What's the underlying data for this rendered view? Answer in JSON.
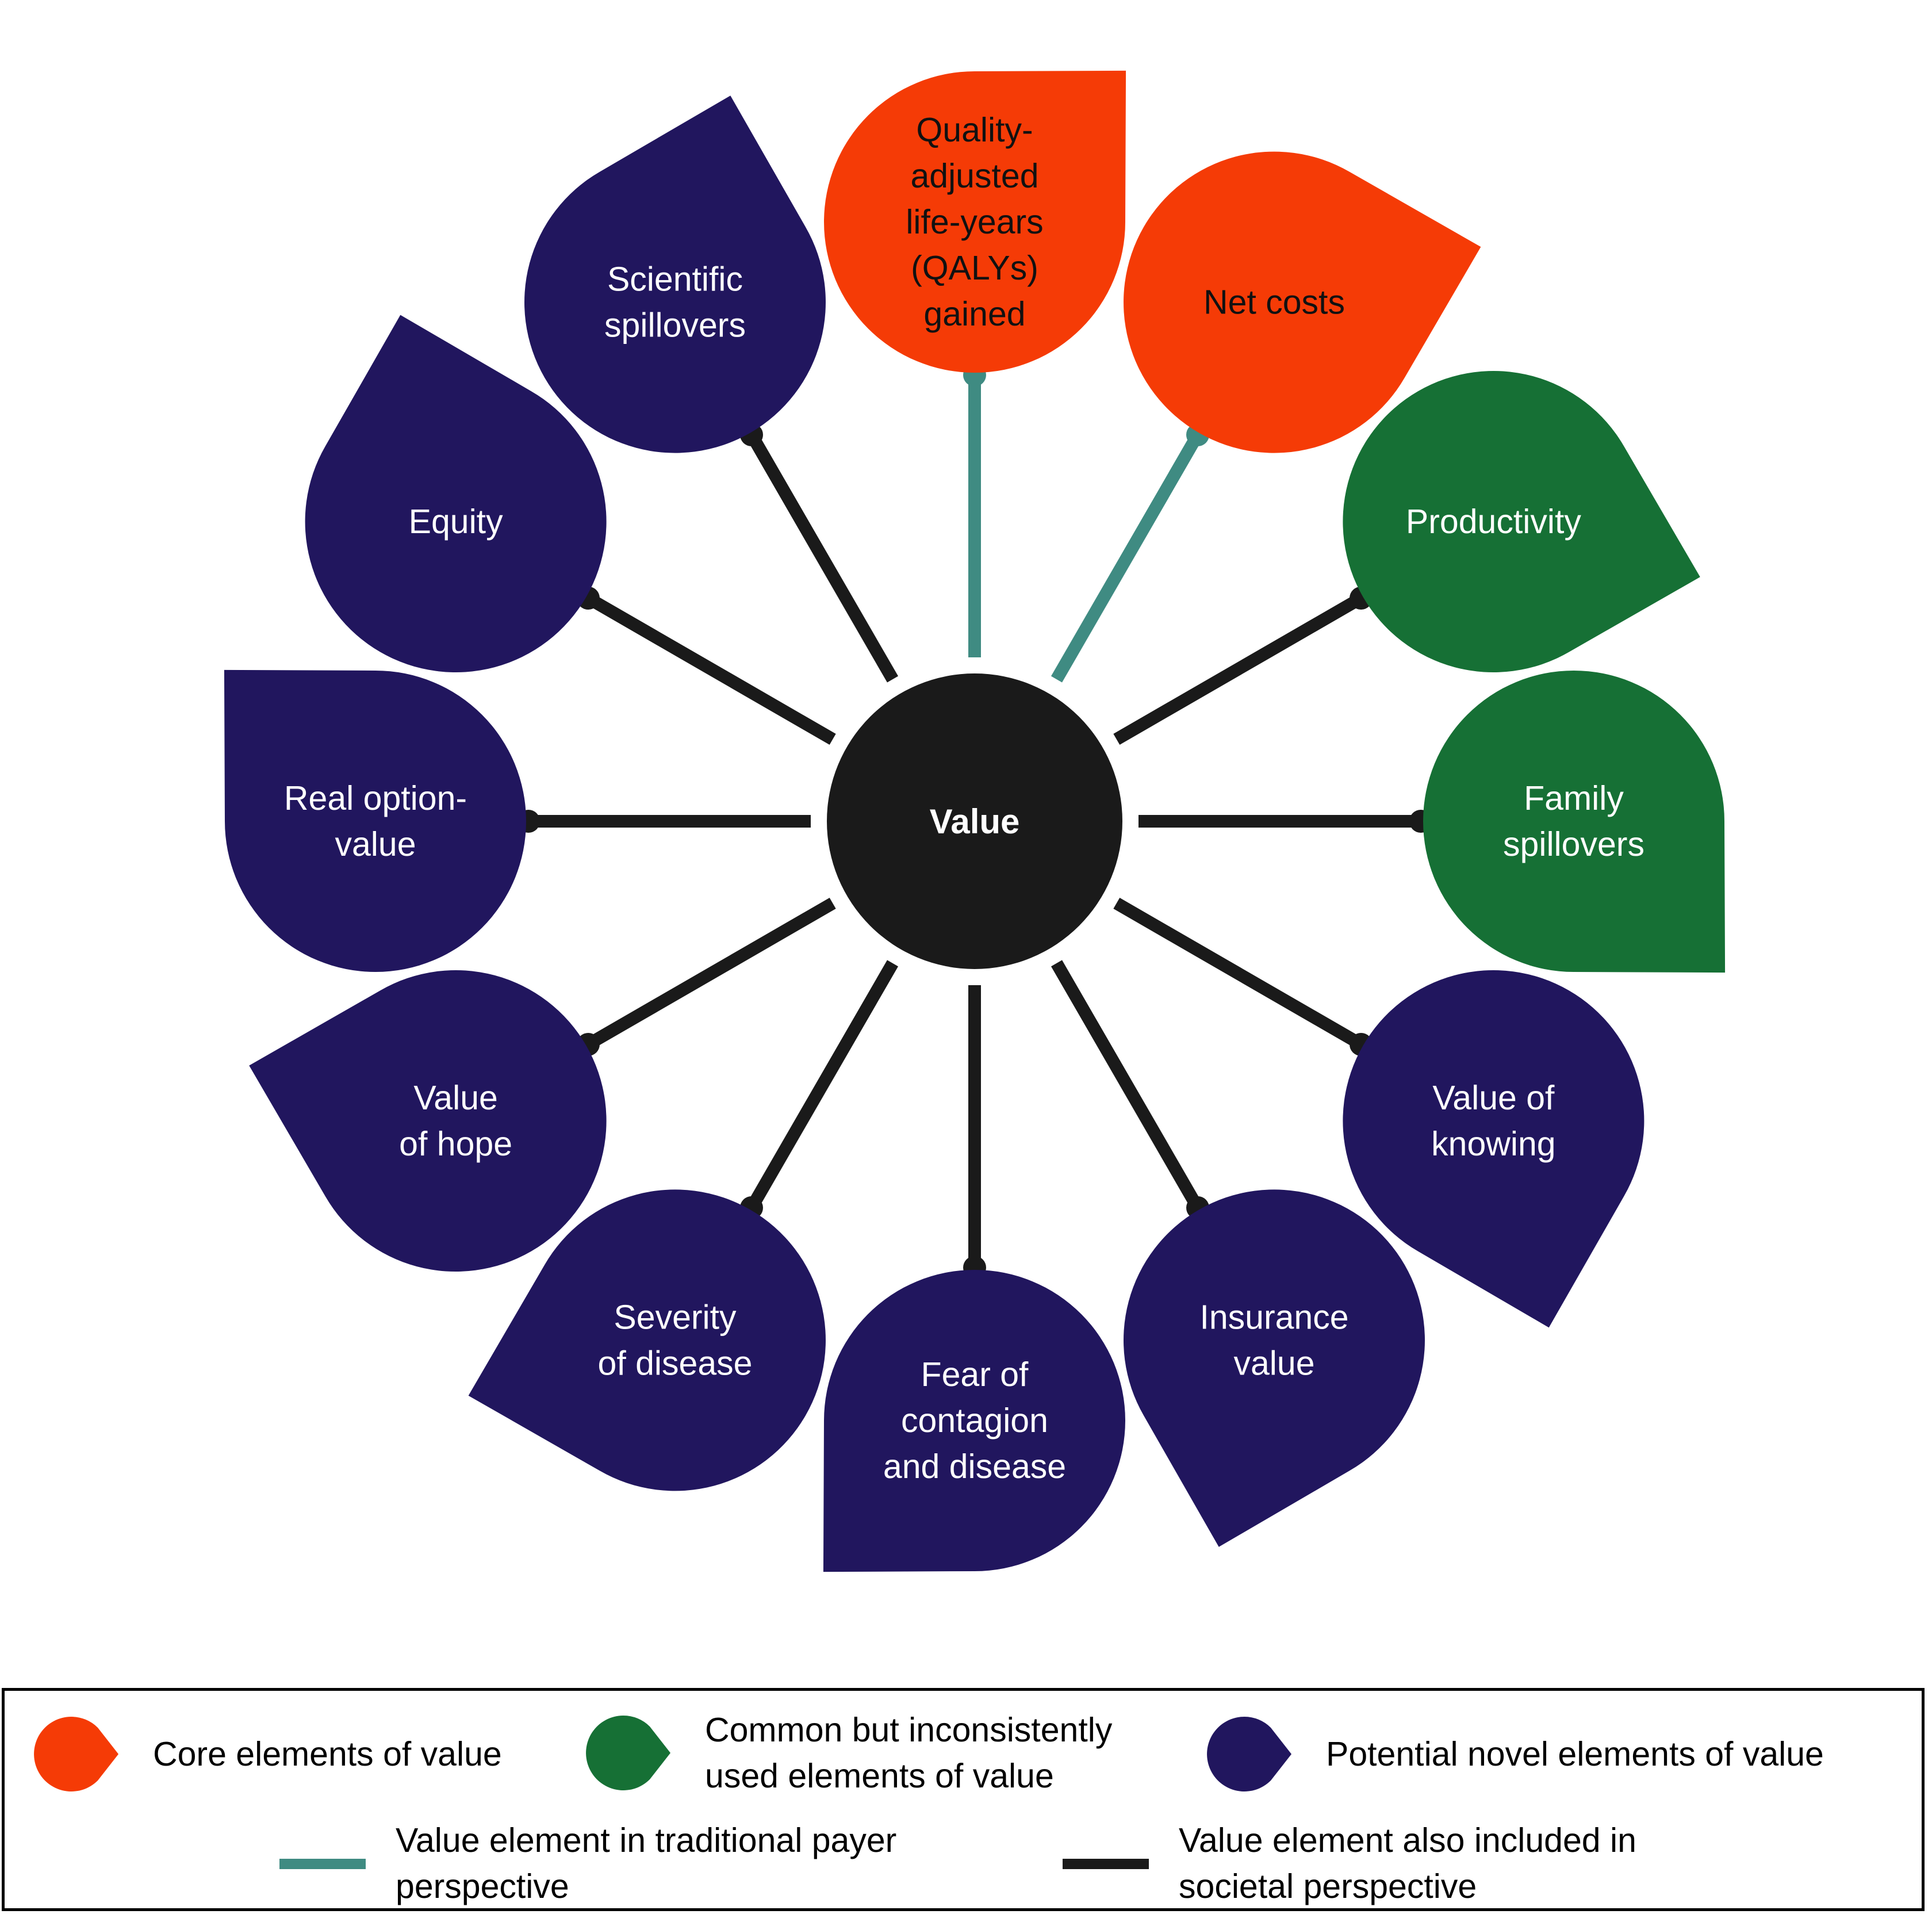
{
  "colors": {
    "core": "#f53b06",
    "common": "#167035",
    "novel": "#21165e",
    "traditional_line": "#3f8b82",
    "societal_line": "#1a1a1a",
    "center": "#1a1a1a",
    "text_dark": "#111111",
    "text_light": "#ffffff"
  },
  "center": {
    "label": "Value"
  },
  "petals": [
    {
      "id": "qalys",
      "category": "core",
      "line": "traditional",
      "lines": [
        "Quality-",
        "adjusted",
        "life-years",
        "(QALYs)",
        "gained"
      ]
    },
    {
      "id": "net-costs",
      "category": "core",
      "line": "traditional",
      "lines": [
        "Net costs"
      ]
    },
    {
      "id": "productivity",
      "category": "common",
      "line": "societal",
      "lines": [
        "Productivity"
      ]
    },
    {
      "id": "family-spillovers",
      "category": "common",
      "line": "societal",
      "lines": [
        "Family",
        "spillovers"
      ]
    },
    {
      "id": "value-of-knowing",
      "category": "novel",
      "line": "societal",
      "lines": [
        "Value of",
        "knowing"
      ]
    },
    {
      "id": "insurance-value",
      "category": "novel",
      "line": "societal",
      "lines": [
        "Insurance",
        "value"
      ]
    },
    {
      "id": "fear-of-contagion",
      "category": "novel",
      "line": "societal",
      "lines": [
        "Fear of",
        "contagion",
        "and disease"
      ]
    },
    {
      "id": "severity-of-disease",
      "category": "novel",
      "line": "societal",
      "lines": [
        "Severity",
        "of disease"
      ]
    },
    {
      "id": "value-of-hope",
      "category": "novel",
      "line": "societal",
      "lines": [
        "Value",
        "of hope"
      ]
    },
    {
      "id": "real-option-value",
      "category": "novel",
      "line": "societal",
      "lines": [
        "Real option-",
        "value"
      ]
    },
    {
      "id": "equity",
      "category": "novel",
      "line": "societal",
      "lines": [
        "Equity"
      ]
    },
    {
      "id": "scientific-spillovers",
      "category": "novel",
      "line": "societal",
      "lines": [
        "Scientific",
        "spillovers"
      ]
    }
  ],
  "legend": {
    "core_label": "Core elements of value",
    "common_label_1": "Common but inconsistently",
    "common_label_2": "used elements of value",
    "novel_label": "Potential novel elements of value",
    "traditional_label_1": "Value element in traditional payer",
    "traditional_label_2": "perspective",
    "societal_label_1": "Value element also included in",
    "societal_label_2": "societal perspective"
  }
}
